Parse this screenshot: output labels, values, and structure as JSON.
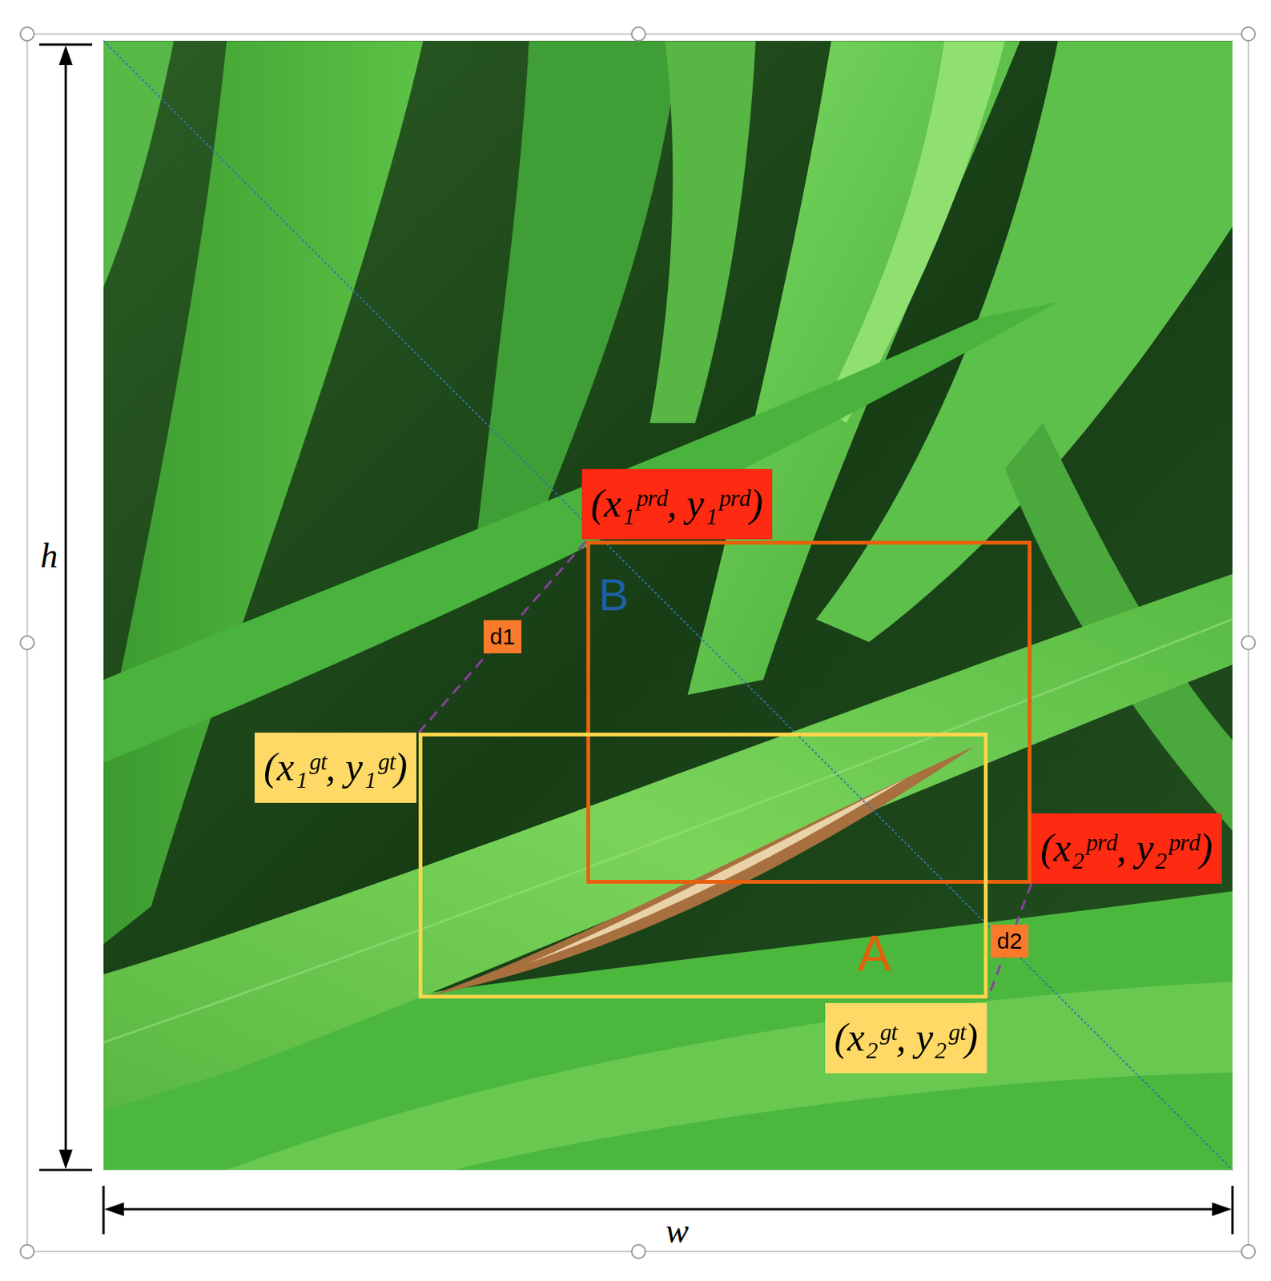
{
  "diagram": {
    "nodes": [
      {
        "text": [
          "(x₁ᵖʳᵈ, y₁ᵖʳᵈ)"
        ]
      },
      {
        "text": [
          "B"
        ]
      },
      {
        "text": [
          "A"
        ]
      },
      {
        "text": [
          "(x₁ᵍᵗ, y₁ᵍᵗ)"
        ]
      },
      {
        "text": [
          "(x₂ᵖʳᵈ, y₂ᵖʳᵈ)"
        ]
      },
      {
        "text": [
          "(x₂ᵍᵗ, y₂ᵍᵗ)"
        ]
      }
    ],
    "edges": [
      {
        "from": 2,
        "to": 1,
        "arrow": "none",
        "label": "d1"
      },
      {
        "from": 1,
        "to": 2,
        "arrow": "none",
        "label": "d2"
      }
    ],
    "labels": [
      "h",
      "w"
    ]
  }
}
